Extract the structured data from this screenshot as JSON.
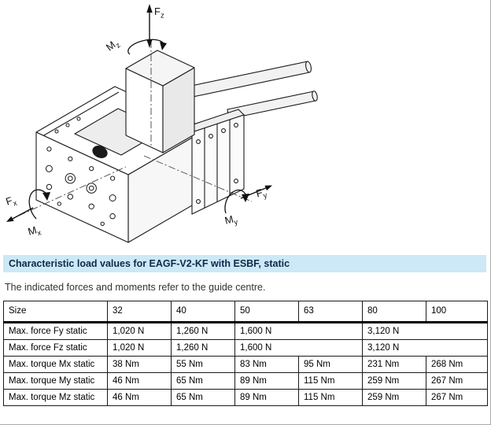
{
  "section": {
    "title": "Characteristic load values for EAGF-V2-KF with ESBF, static",
    "note": "The indicated forces and moments refer to the guide centre."
  },
  "diagram": {
    "labels": {
      "fz": {
        "main": "F",
        "sub": "z"
      },
      "mz": {
        "main": "M",
        "sub": "z"
      },
      "fx": {
        "main": "F",
        "sub": "x"
      },
      "mx": {
        "main": "M",
        "sub": "x"
      },
      "fy": {
        "main": "F",
        "sub": "y"
      },
      "my": {
        "main": "M",
        "sub": "y"
      }
    }
  },
  "table": {
    "columns": [
      "Size",
      "32",
      "40",
      "50",
      "63",
      "80",
      "100"
    ],
    "rows": [
      {
        "label": "Max. force Fy static",
        "cells": [
          "1,020 N",
          "1,260 N",
          "1,600 N",
          "3,120 N"
        ]
      },
      {
        "label": "Max. force Fz static",
        "cells": [
          "1,020 N",
          "1,260 N",
          "1,600 N",
          "3,120 N"
        ]
      },
      {
        "label": "Max. torque Mx static",
        "cells": [
          "38 Nm",
          "55 Nm",
          "83 Nm",
          "95 Nm",
          "231 Nm",
          "268 Nm"
        ]
      },
      {
        "label": "Max. torque My static",
        "cells": [
          "46 Nm",
          "65 Nm",
          "89 Nm",
          "115 Nm",
          "259 Nm",
          "267 Nm"
        ]
      },
      {
        "label": "Max. torque Mz static",
        "cells": [
          "46 Nm",
          "65 Nm",
          "89 Nm",
          "115 Nm",
          "259 Nm",
          "267 Nm"
        ]
      }
    ]
  },
  "colors": {
    "section_bar_bg": "#cde8f6",
    "section_bar_text": "#0d2b4a",
    "line_art": "#1a1a1a"
  }
}
